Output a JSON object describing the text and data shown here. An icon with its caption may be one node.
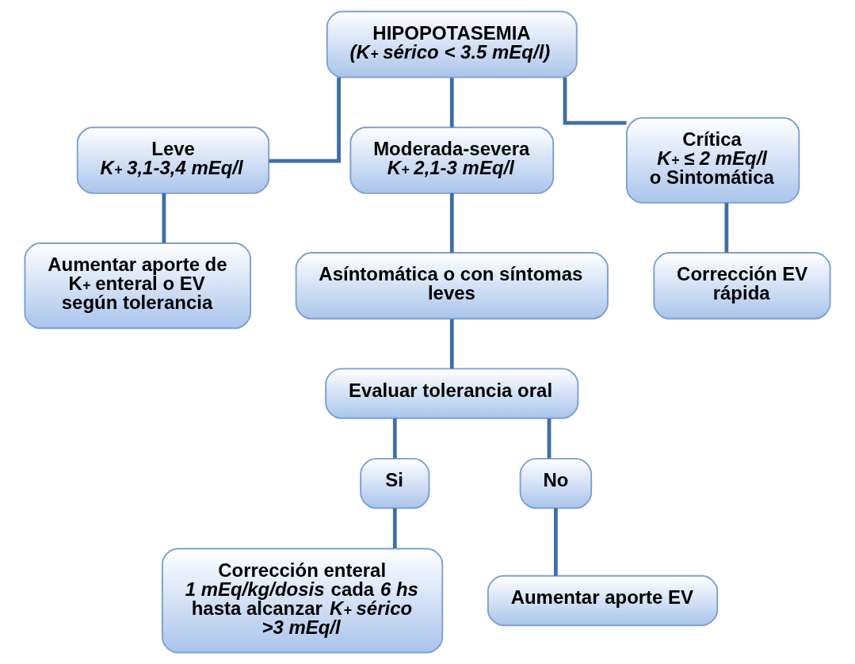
{
  "diagram": {
    "nodes": [
      {
        "text": [
          "HIPOPOTASEMIA",
          "(K$^{+}$ sérico < 3.5 mEq/l)"
        ]
      },
      {
        "text": [
          "Leve",
          "K$^{+}$ 3,1-3,4 mEq/l"
        ]
      },
      {
        "text": [
          "Moderada-severa",
          "K$^{+}$ 2,1-3 mEq/l"
        ]
      },
      {
        "text": [
          "Crítica",
          "K$^{+}$ ≤ 2 mEq/l",
          "o Sintomática"
        ]
      },
      {
        "text": [
          "Aumentar aporte de K$^{+}$ enteral o EV según tolerancia"
        ]
      },
      {
        "text": [
          "Asíntomática o con síntomas leves"
        ]
      },
      {
        "text": [
          "Corrección EV rápida"
        ]
      },
      {
        "text": [
          "Evaluar tolerancia oral"
        ]
      },
      {
        "text": [
          "Si"
        ]
      },
      {
        "text": [
          "No"
        ]
      },
      {
        "text": [
          "Corrección enteral",
          "*1 mEq/kg/dosis* cada *6 hs* hasta alcanzar *K$^{+}$ sérico >3 mEq/l*"
        ]
      },
      {
        "text": [
          "Aumentar aporte EV"
        ]
      }
    ],
    "edges": [
      {
        "from": 0,
        "to": 1,
        "arrow": "none"
      },
      {
        "from": 0,
        "to": 2,
        "arrow": "none"
      },
      {
        "from": 0,
        "to": 3,
        "arrow": "none"
      },
      {
        "from": 1,
        "to": 4,
        "arrow": "none"
      },
      {
        "from": 2,
        "to": 5,
        "arrow": "none"
      },
      {
        "from": 3,
        "to": 6,
        "arrow": "none"
      },
      {
        "from": 5,
        "to": 7,
        "arrow": "none"
      },
      {
        "from": 7,
        "to": 8,
        "arrow": "none"
      },
      {
        "from": 7,
        "to": 9,
        "arrow": "none"
      },
      {
        "from": 8,
        "to": 10,
        "arrow": "none"
      },
      {
        "from": 9,
        "to": 11,
        "arrow": "none"
      }
    ]
  }
}
